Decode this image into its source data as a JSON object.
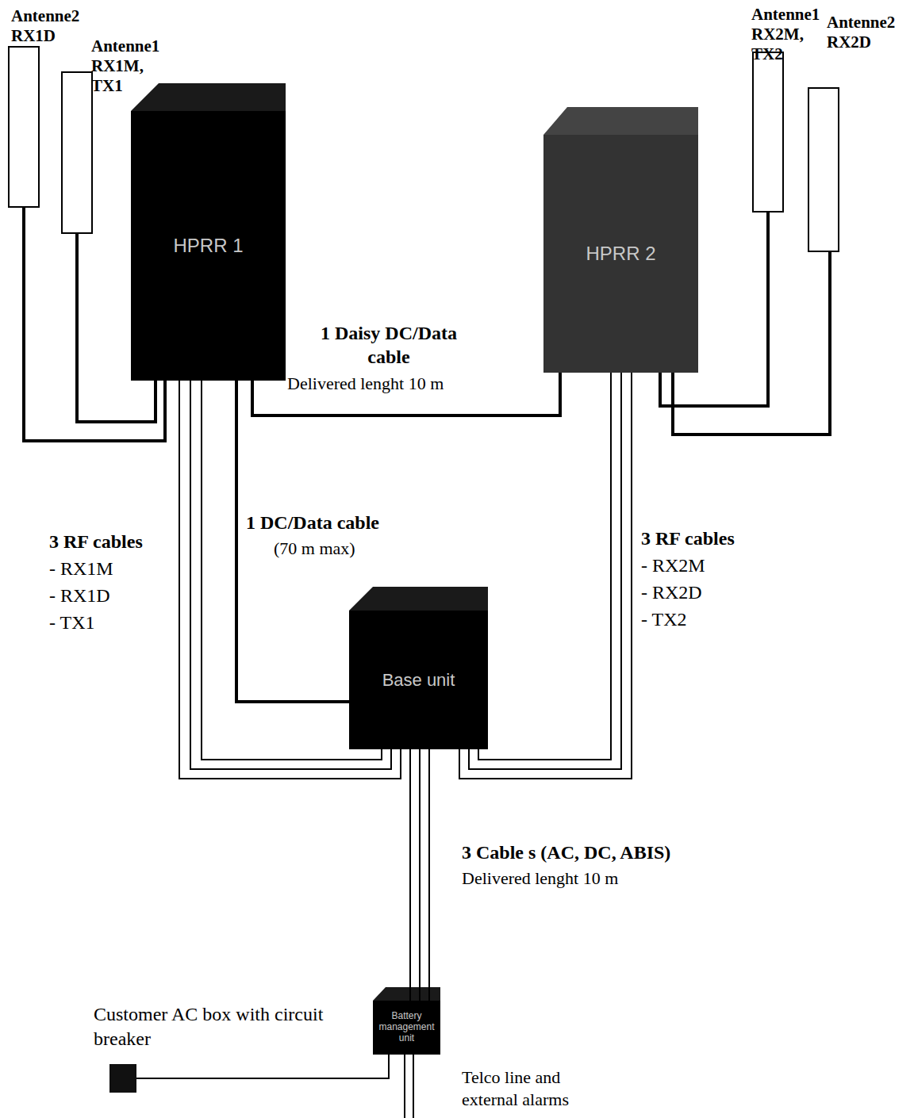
{
  "diagram": {
    "nodes": [
      {
        "text": [
          "Antenne2 RX1D"
        ]
      },
      {
        "text": [
          "Antenne1 RX1M, TX1"
        ]
      },
      {
        "text": [
          "HPRR 1"
        ]
      },
      {
        "text": [
          "Antenne1 RX2M, TX2"
        ]
      },
      {
        "text": [
          "Antenne2 RX2D"
        ]
      },
      {
        "text": [
          "HPRR 2"
        ]
      },
      {
        "text": [
          "Base unit"
        ]
      },
      {
        "text": [
          "Battery management unit"
        ]
      },
      {
        "text": [
          "Customer AC box with circuit breaker"
        ]
      }
    ],
    "edges": [
      {
        "from": 0,
        "to": 2,
        "arrow": "none"
      },
      {
        "from": 1,
        "to": 2,
        "arrow": "none"
      },
      {
        "from": 2,
        "to": 5,
        "label": "1 Daisy DC/Data cable",
        "arrow": "none"
      },
      {
        "from": 2,
        "to": 6,
        "label": "1 DC/Data cable",
        "arrow": "none"
      },
      {
        "from": 2,
        "to": 6,
        "arrow": "none"
      },
      {
        "from": 2,
        "to": 6,
        "arrow": "none"
      },
      {
        "from": 2,
        "to": 6,
        "arrow": "none"
      },
      {
        "from": 5,
        "to": 3,
        "arrow": "none"
      },
      {
        "from": 5,
        "to": 4,
        "arrow": "none"
      },
      {
        "from": 5,
        "to": 6,
        "arrow": "none"
      },
      {
        "from": 5,
        "to": 6,
        "arrow": "none"
      },
      {
        "from": 5,
        "to": 6,
        "arrow": "none"
      },
      {
        "from": 6,
        "to": 7,
        "arrow": "none"
      },
      {
        "from": 6,
        "to": 7,
        "arrow": "none"
      },
      {
        "from": 6,
        "to": 7,
        "arrow": "none"
      },
      {
        "from": 8,
        "to": 7,
        "arrow": "none"
      }
    ],
    "labels": [
      "Delivered lenght 10 m",
      "(70 m max)",
      "3 RF cables",
      "- RX1M",
      "- RX1D",
      "- TX1",
      "3 RF cables",
      "- RX2M",
      "- RX2D",
      "- TX2",
      "3 Cable s (AC, DC, ABIS)",
      "Delivered lenght 10 m",
      "Telco line and external alarms"
    ]
  }
}
